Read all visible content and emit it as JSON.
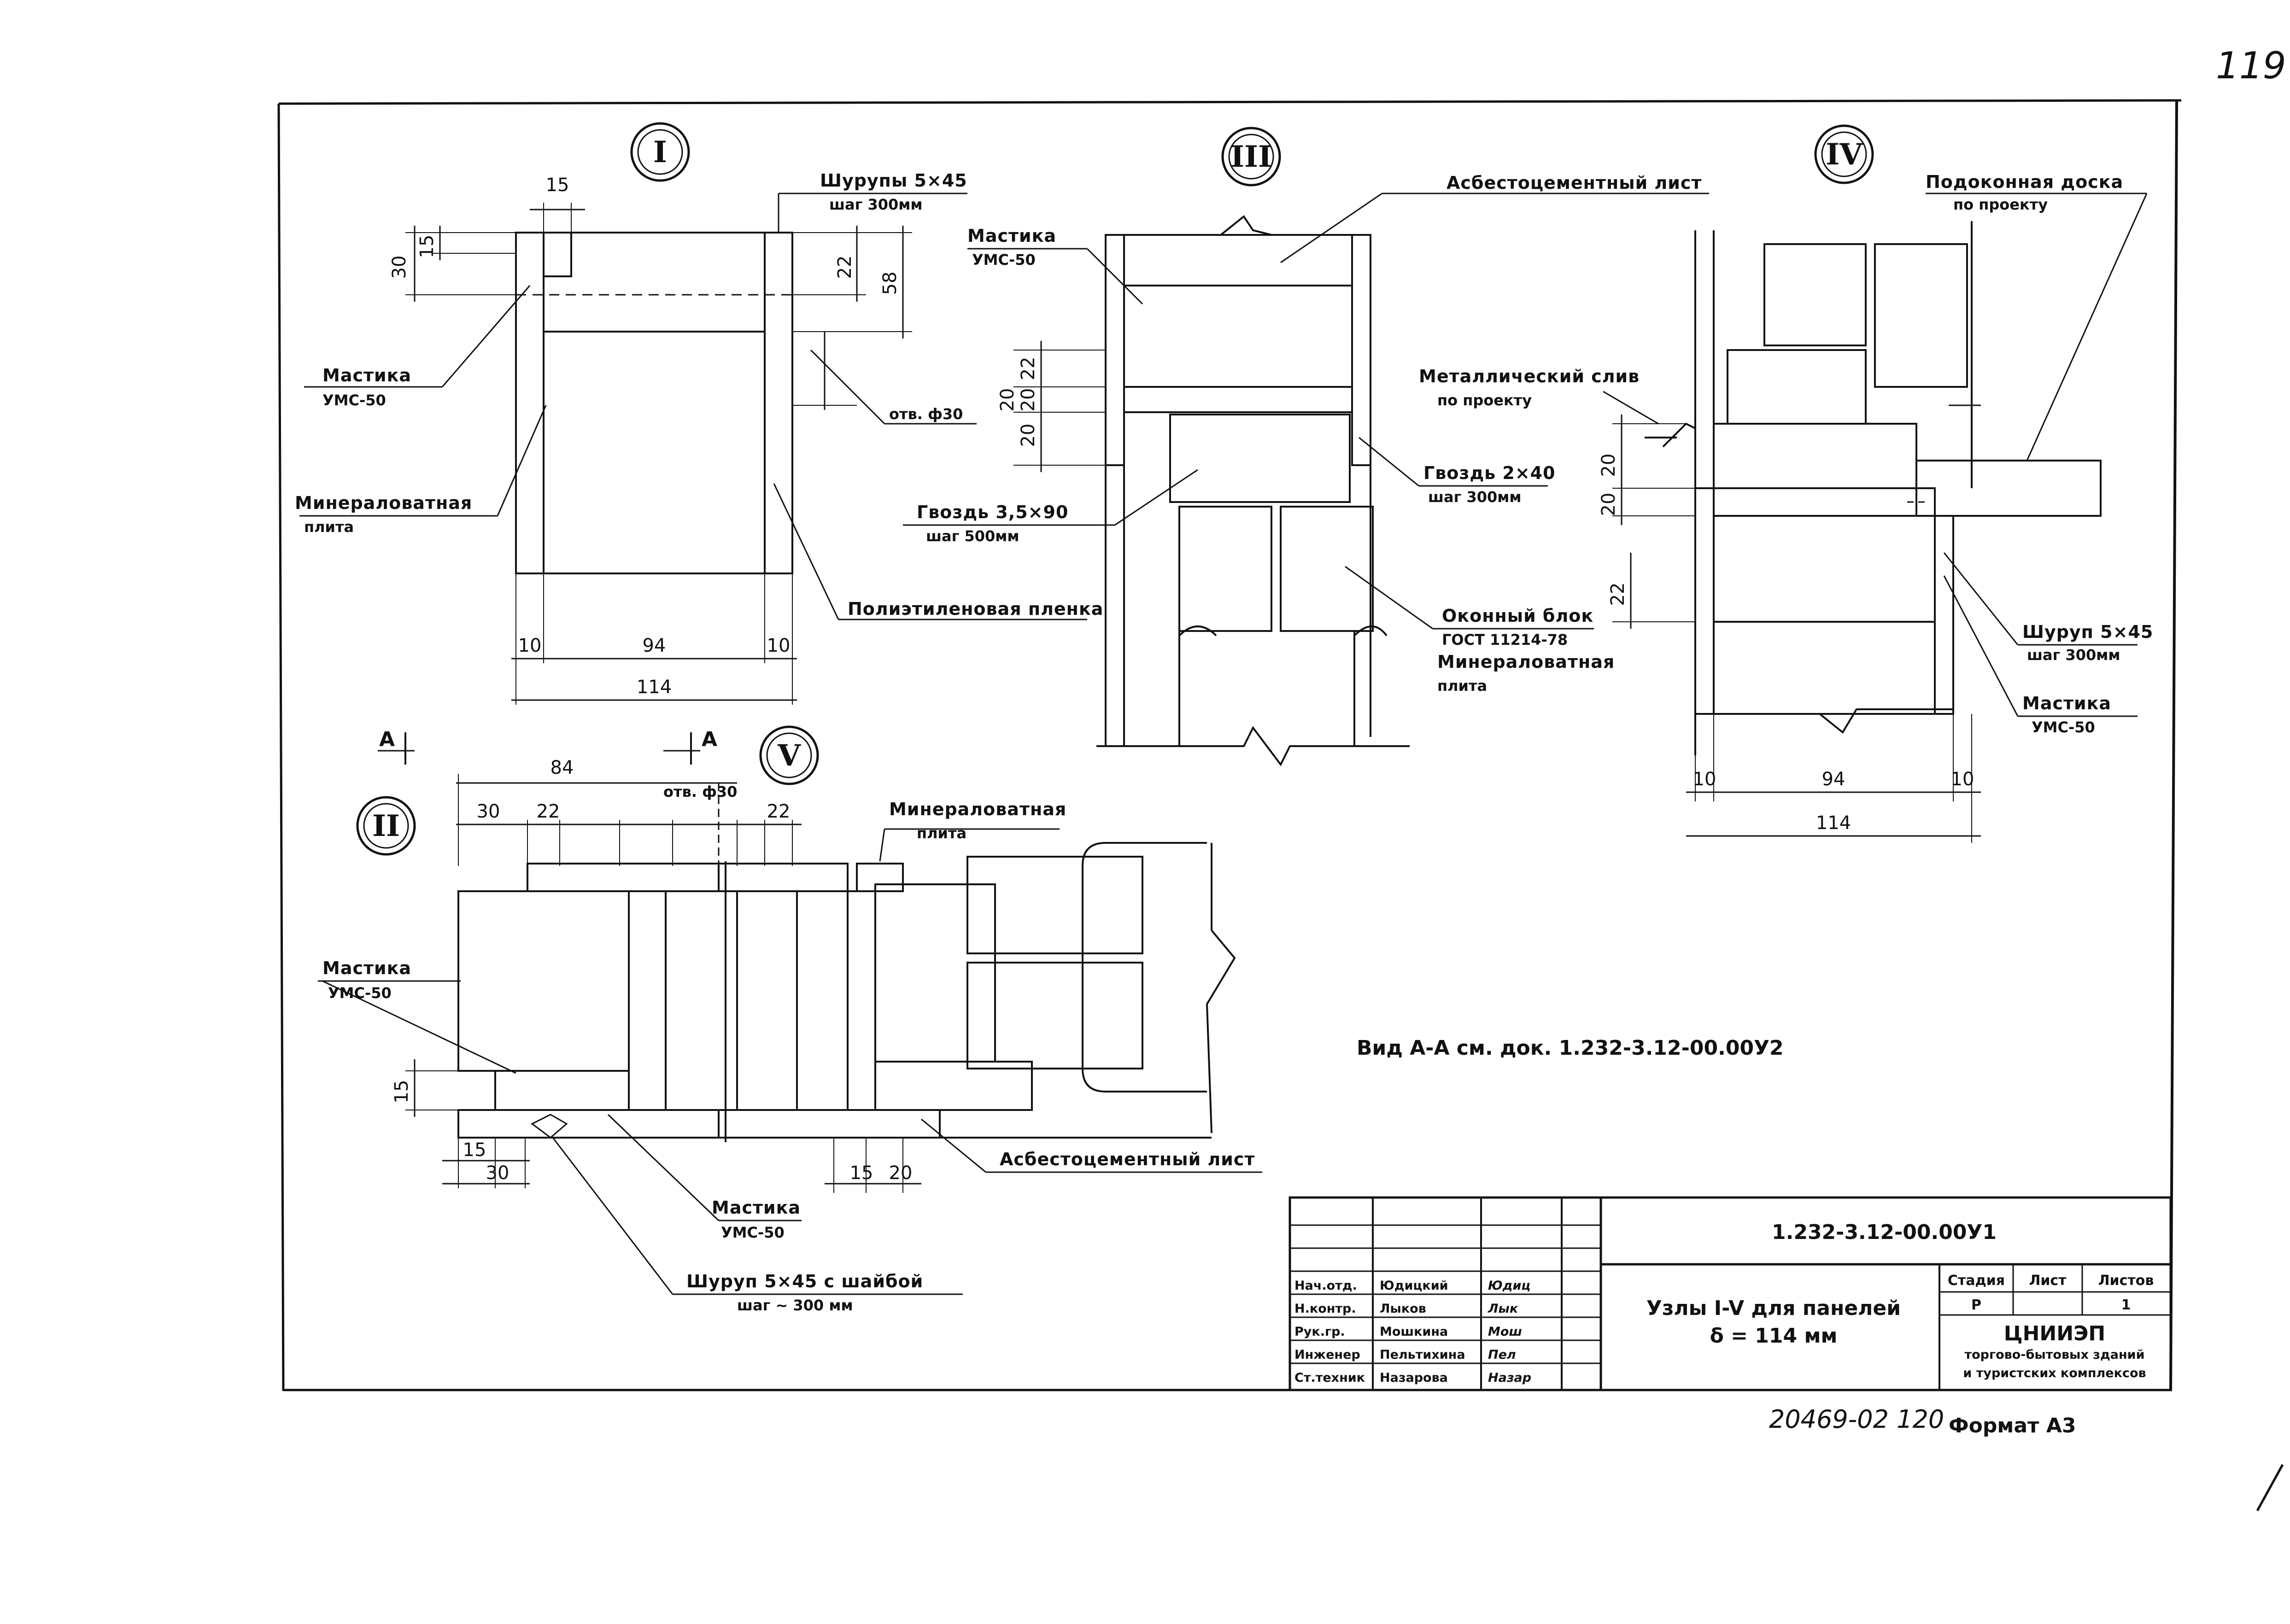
{
  "page_number": "119",
  "nodes": {
    "I": {
      "mark": "I",
      "dims": {
        "top": "15",
        "v1": "30",
        "v2": "15",
        "r1": "22",
        "r2": "58",
        "b1": "10",
        "b2": "94",
        "b3": "10",
        "total": "114"
      },
      "labels": {
        "screws": "Шурупы 5×45",
        "screws_step": "шаг 300мм",
        "mastic": "Мастика",
        "mastic_sub": "УМС-50",
        "mineral": "Минераловатная",
        "mineral_sub": "плита",
        "hole": "отв. ф30",
        "film": "Полиэтиленовая пленка"
      }
    },
    "III": {
      "mark": "III",
      "dims": {
        "d1": "22",
        "d2": "20",
        "d3": "20",
        "d4": "20"
      },
      "labels": {
        "asbestos": "Асбестоцементный лист",
        "mastic": "Мастика",
        "mastic_sub": "УМС-50",
        "nail1": "Гвоздь 3,5×90",
        "nail1_step": "шаг 500мм",
        "nail2": "Гвоздь 2×40",
        "nail2_step": "шаг 300мм",
        "window": "Оконный блок",
        "window_sub": "ГОСТ 11214-78",
        "mineral": "Минераловатная",
        "mineral_sub": "плита",
        "flashing": "Металлический слив",
        "flashing_sub": "по проекту"
      }
    },
    "IV": {
      "mark": "IV",
      "dims": {
        "d1": "20",
        "d2": "20",
        "d3": "22",
        "b1": "10",
        "b2": "94",
        "b3": "10",
        "total": "114"
      },
      "labels": {
        "sill": "Подоконная доска",
        "sill_sub": "по проекту",
        "screw": "Шуруп 5×45",
        "screw_step": "шаг 300мм",
        "mastic": "Мастика",
        "mastic_sub": "УМС-50"
      }
    },
    "II": {
      "mark": "II",
      "section": "А",
      "dims": {
        "top": "84",
        "t1": "30",
        "t2": "22",
        "hole": "отв. ф30",
        "left": "15",
        "b1": "15",
        "b2": "30"
      },
      "labels": {
        "mastic": "Мастика",
        "mastic_sub": "УМС-50",
        "mastic2": "Мастика",
        "mastic2_sub": "УМС-50",
        "screw": "Шуруп 5×45 с шайбой",
        "screw_step": "шаг ~ 300 мм"
      }
    },
    "V": {
      "mark": "V",
      "dims": {
        "t1": "22",
        "b1": "15",
        "b2": "20"
      },
      "labels": {
        "mineral": "Минераловатная",
        "mineral_sub": "плита",
        "asbestos": "Асбестоцементный лист"
      }
    }
  },
  "view_note": "Вид А-А см. док. 1.232-3.12-00.00У2",
  "title_block": {
    "doc_code": "1.232-3.12-00.00У1",
    "title_line1": "Узлы I-V для панелей",
    "title_line2": "δ = 114 мм",
    "stage_header": "Стадия",
    "sheet_header": "Лист",
    "sheets_header": "Листов",
    "stage": "Р",
    "sheets": "1",
    "org": "ЦНИИЭП",
    "org_sub1": "торгово-бытовых зданий",
    "org_sub2": "и туристских комплексов",
    "staff": [
      {
        "role": "Нач.отд.",
        "name": "Юдицкий",
        "sign": "Юдиц"
      },
      {
        "role": "Н.контр.",
        "name": "Лыков",
        "sign": "Лык"
      },
      {
        "role": "Рук.гр.",
        "name": "Мошкина",
        "sign": "Мош"
      },
      {
        "role": "Инженер",
        "name": "Пельтихина",
        "sign": "Пел"
      },
      {
        "role": "Ст.техник",
        "name": "Назарова",
        "sign": "Назар"
      }
    ]
  },
  "footer_code": "20469-02 120",
  "format": "Формат А3"
}
